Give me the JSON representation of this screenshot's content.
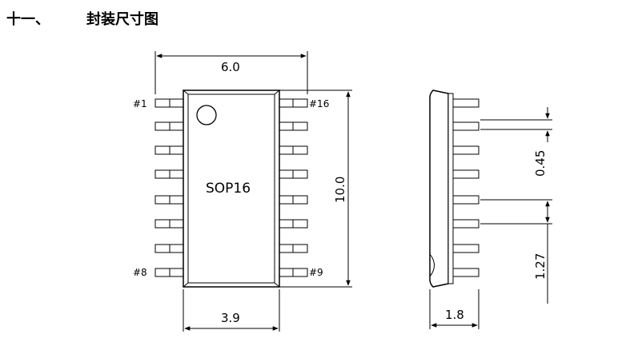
{
  "section": {
    "number": "十一、",
    "title": "封装尺寸图"
  },
  "diagram": {
    "package_label": "SOP16",
    "pins": {
      "first": "#1",
      "last": "#16",
      "bottom_left": "#8",
      "bottom_right": "#9"
    },
    "dimensions": {
      "overall_width": "6.0",
      "body_length": "10.0",
      "body_width": "3.9",
      "height": "1.8",
      "lead_width": "0.45",
      "pitch": "1.27"
    }
  }
}
